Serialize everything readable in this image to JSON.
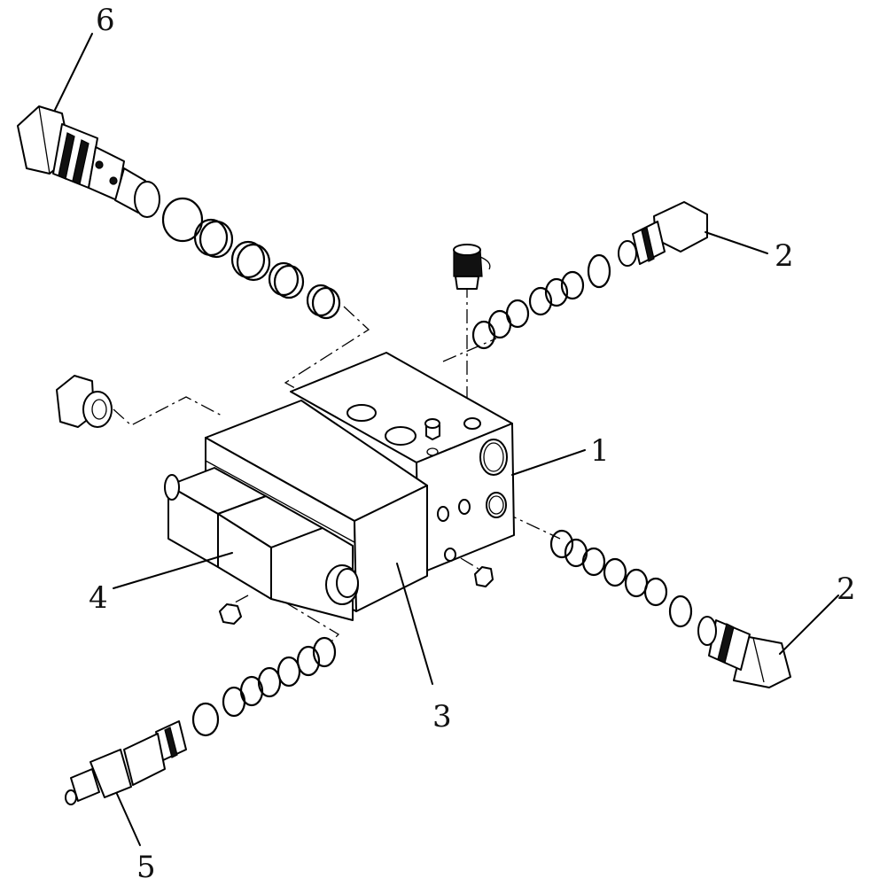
{
  "callouts": {
    "valve_block": "1",
    "cartridge_upper_right": "2",
    "cartridge_lower_right": "2",
    "solenoid_housing": "3",
    "coil_stack": "4",
    "adjustable_valve": "5",
    "relief_cartridge": "6"
  }
}
